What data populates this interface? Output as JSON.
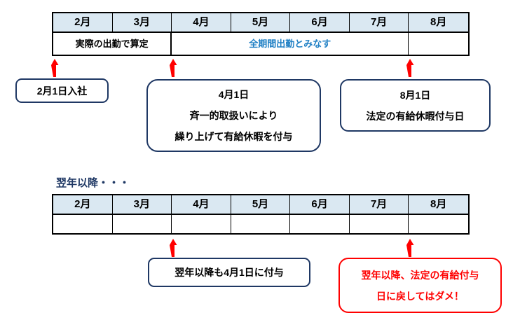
{
  "colors": {
    "navy_accent": "#1F3864",
    "arrow_red": "#FF0000",
    "deemed_blue": "#1E7FC4",
    "header_fill": "#DAE8F2",
    "table_border": "#000000"
  },
  "year1": {
    "months": [
      "2月",
      "3月",
      "4月",
      "5月",
      "6月",
      "7月",
      "8月"
    ],
    "cells": {
      "actual": "実際の出勤で算定",
      "deemed": "全期間出勤とみなす",
      "empty": ""
    },
    "callout_join": "2月1日入社",
    "callout_april": {
      "line1": "4月1日",
      "line2": "斉一的取扱いにより",
      "line3": "繰り上げて有給休暇を付与"
    },
    "callout_august": {
      "line1": "8月1日",
      "line2": "法定の有給休暇付与日"
    }
  },
  "year2": {
    "heading": "翌年以降・・・",
    "months": [
      "2月",
      "3月",
      "4月",
      "5月",
      "6月",
      "7月",
      "8月"
    ],
    "callout_april": "翌年以降も4月1日に付与",
    "callout_warning": {
      "line1": "翌年以降、法定の有給付与",
      "line2": "日に戻してはダメ！"
    }
  }
}
